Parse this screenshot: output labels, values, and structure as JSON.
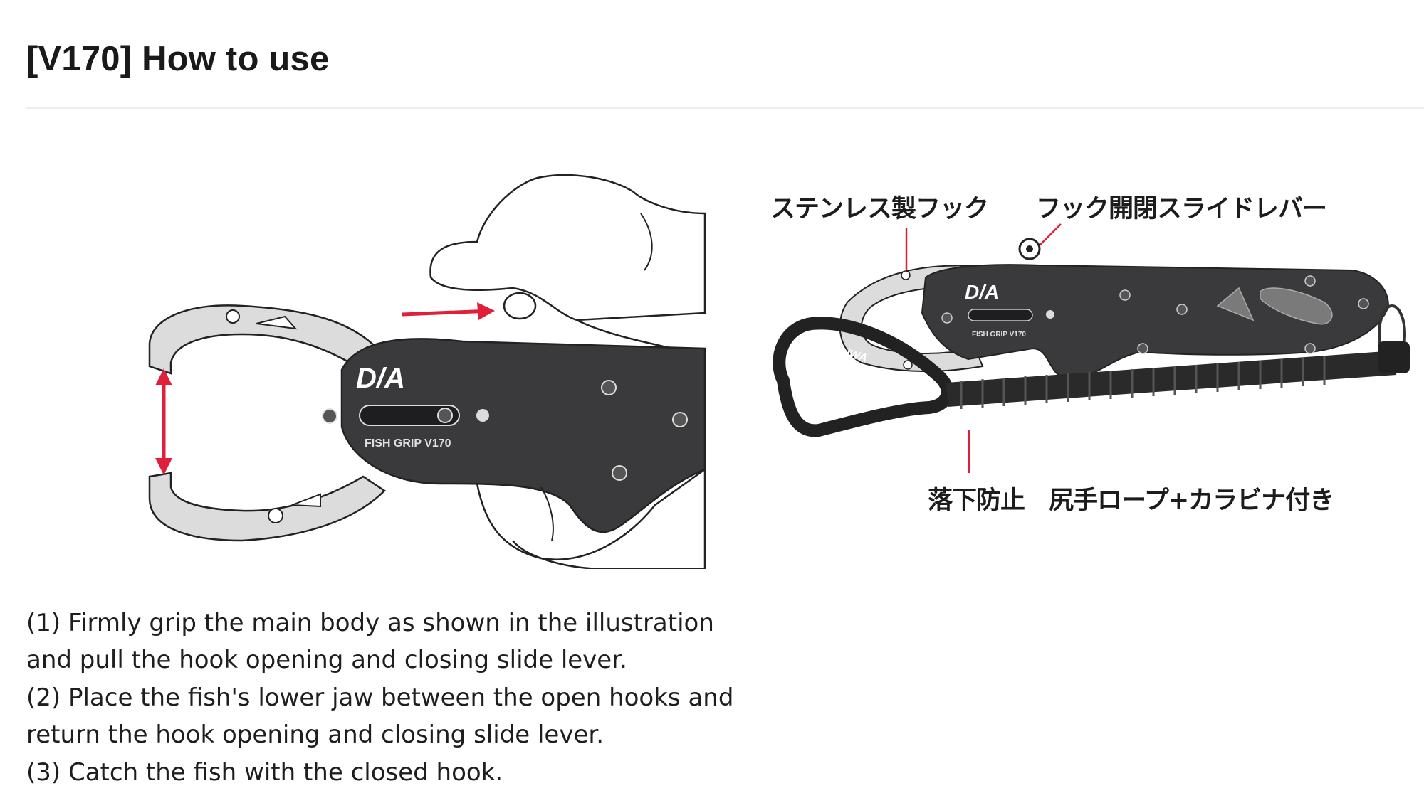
{
  "page": {
    "title": "[V170] How to use"
  },
  "illustration_left": {
    "brand_logo": "D/A",
    "product_label": "FISH GRIP V170"
  },
  "illustration_right": {
    "label_hook": "ステンレス製フック",
    "label_lever": "フック開閉スライドレバー",
    "label_rope": "落下防止　尻手ロープ+カラビナ付き",
    "brand_logo": "D/A",
    "product_label": "FISH GRIP V170",
    "carabiner_brand": "DAIWA"
  },
  "steps": [
    "(1) Firmly grip the main body as shown in the illustration",
    "and pull the hook opening and closing slide lever.",
    "(2) Place the fish's lower jaw between the open hooks and",
    "return the hook opening and closing slide lever.",
    "(3) Catch the fish with the closed hook."
  ],
  "colors": {
    "body_dark": "#3a3a3c",
    "hook_light": "#dcdcdc",
    "arrow_red": "#e0203a",
    "text": "#1e1e1e"
  }
}
